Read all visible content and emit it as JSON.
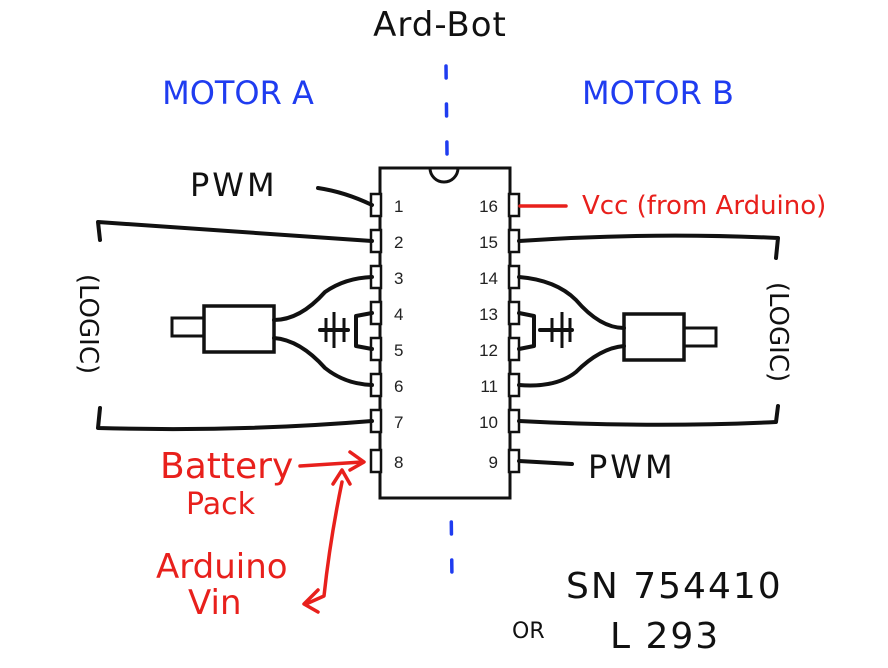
{
  "title": "Ard-Bot",
  "motor_a_label": "MOTOR A",
  "motor_b_label": "MOTOR B",
  "pwm_left": "PWM",
  "pwm_right": "PWM",
  "vcc_label": "Vcc (from Arduino)",
  "battery_line1": "Battery",
  "battery_line2": "Pack",
  "vin_line1": "Arduino",
  "vin_line2": "Vin",
  "chip_name": "SN 754410",
  "or_label": "OR",
  "alt_chip": "L 293",
  "logic_left": "(LOGIC)",
  "logic_right": "(LOGIC)",
  "left_pins": [
    "1",
    "2",
    "3",
    "4",
    "5",
    "6",
    "7",
    "8"
  ],
  "right_pins": [
    "16",
    "15",
    "14",
    "13",
    "12",
    "11",
    "10",
    "9"
  ],
  "colors": {
    "ink": "#111111",
    "blue": "#1f3cf0",
    "red": "#e8201c"
  }
}
